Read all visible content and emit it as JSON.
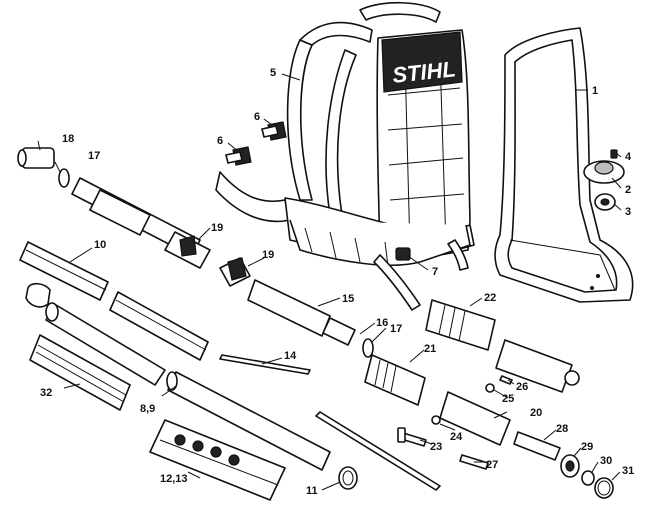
{
  "brand": {
    "logo_text": "STIHL"
  },
  "callouts": [
    {
      "id": "c1",
      "label": "1"
    },
    {
      "id": "c2",
      "label": "2"
    },
    {
      "id": "c3",
      "label": "3"
    },
    {
      "id": "c4",
      "label": "4"
    },
    {
      "id": "c5",
      "label": "5"
    },
    {
      "id": "c6a",
      "label": "6"
    },
    {
      "id": "c6b",
      "label": "6"
    },
    {
      "id": "c7",
      "label": "7"
    },
    {
      "id": "c8",
      "label": "8,9"
    },
    {
      "id": "c10",
      "label": "10"
    },
    {
      "id": "c11",
      "label": "11"
    },
    {
      "id": "c12",
      "label": "12,13"
    },
    {
      "id": "c14",
      "label": "14"
    },
    {
      "id": "c15",
      "label": "15"
    },
    {
      "id": "c16",
      "label": "16"
    },
    {
      "id": "c17a",
      "label": "17"
    },
    {
      "id": "c17b",
      "label": "17"
    },
    {
      "id": "c18",
      "label": "18"
    },
    {
      "id": "c19a",
      "label": "19"
    },
    {
      "id": "c19b",
      "label": "19"
    },
    {
      "id": "c20",
      "label": "20"
    },
    {
      "id": "c21",
      "label": "21"
    },
    {
      "id": "c22",
      "label": "22"
    },
    {
      "id": "c23",
      "label": "23"
    },
    {
      "id": "c24",
      "label": "24"
    },
    {
      "id": "c25",
      "label": "25"
    },
    {
      "id": "c26",
      "label": "26"
    },
    {
      "id": "c27",
      "label": "27"
    },
    {
      "id": "c28",
      "label": "28"
    },
    {
      "id": "c29",
      "label": "29"
    },
    {
      "id": "c30",
      "label": "30"
    },
    {
      "id": "c31",
      "label": "31"
    },
    {
      "id": "c32",
      "label": "32"
    }
  ]
}
